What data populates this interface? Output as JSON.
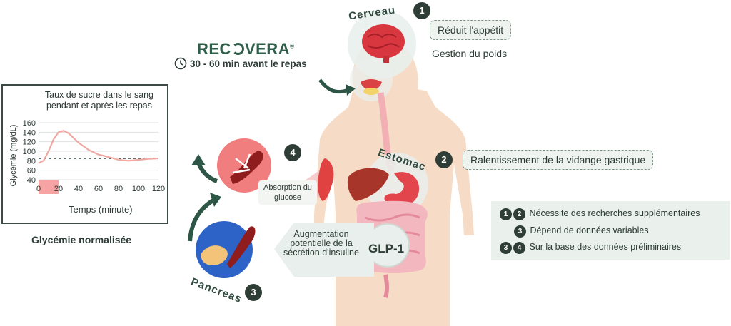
{
  "brand": {
    "logo_pre": "REC",
    "logo_post": "VERA",
    "reg": "®",
    "timing": "30 - 60 min avant le repas"
  },
  "organs": {
    "brain": {
      "label": "Cerveau",
      "number": "1",
      "effect": "Réduit l'appétit",
      "effect2": "Gestion du poids"
    },
    "stomach": {
      "label": "Estomac",
      "number": "2",
      "effect": "Ralentissement de la vidange gastrique"
    },
    "pancreas": {
      "label": "Pancreas",
      "number": "3",
      "effect": "Augmentation potentielle de la sécrétion d'insuline"
    },
    "muscle": {
      "number": "4",
      "effect": "Absorption du glucose"
    }
  },
  "hormone": "GLP-1",
  "notes": [
    {
      "badges": [
        "1",
        "2"
      ],
      "text": "Nécessite des recherches supplémentaires"
    },
    {
      "badges": [
        "3"
      ],
      "text": "Dépend de données variables"
    },
    {
      "badges": [
        "3",
        "4"
      ],
      "text": "Sur la base des données préliminaires"
    }
  ],
  "caption": "Glycémie normalisée",
  "colors": {
    "dark_green": "#2f3d37",
    "brand_green": "#2f5e4b",
    "curve": "#f0a8a2",
    "skin": "#f6dcc6",
    "highlight": "#f5a3a3"
  },
  "chart_data": {
    "type": "line",
    "title": "Taux de sucre dans le sang pendant et après les repas",
    "xlabel": "Temps (minute)",
    "ylabel": "Glycémie (mg/dL)",
    "xlim": [
      0,
      120
    ],
    "ylim": [
      40,
      160
    ],
    "xticks": [
      0,
      20,
      40,
      60,
      80,
      100,
      120
    ],
    "yticks": [
      40,
      60,
      80,
      100,
      120,
      140,
      160
    ],
    "grid": true,
    "baseline": 85,
    "highlight_range": [
      0,
      20
    ],
    "series": [
      {
        "x": [
          0,
          5,
          10,
          15,
          20,
          25,
          30,
          35,
          40,
          50,
          60,
          70,
          80,
          90,
          100,
          110,
          120
        ],
        "y": [
          75,
          80,
          100,
          125,
          140,
          143,
          138,
          128,
          118,
          103,
          93,
          88,
          82,
          80,
          82,
          84,
          85
        ]
      }
    ]
  }
}
